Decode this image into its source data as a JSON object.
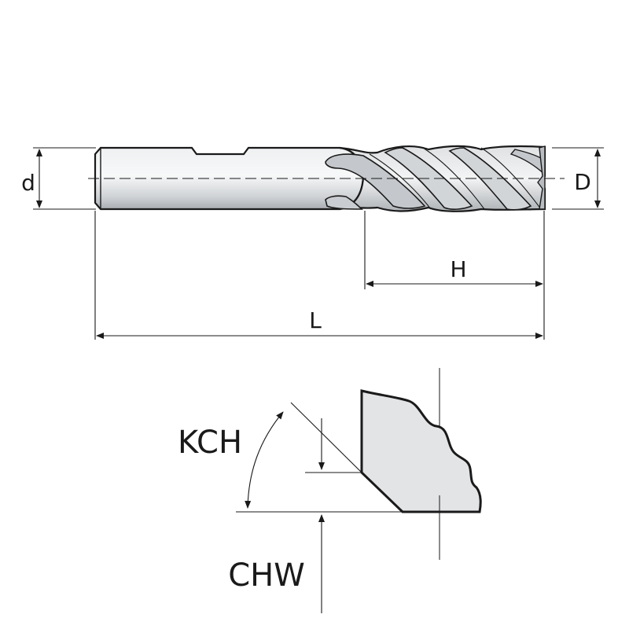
{
  "labels": {
    "shank_diameter": "d",
    "cutting_diameter": "D",
    "flute_length": "H",
    "overall_length": "L",
    "chamfer_angle": "KCH",
    "chamfer_width": "CHW"
  },
  "colors": {
    "outline": "#1a1a1a",
    "tool_fill_light": "#f2f3f4",
    "tool_fill_mid": "#d6d8db",
    "tool_fill_dark": "#b9bcc0",
    "section_fill": "#e3e4e6"
  }
}
